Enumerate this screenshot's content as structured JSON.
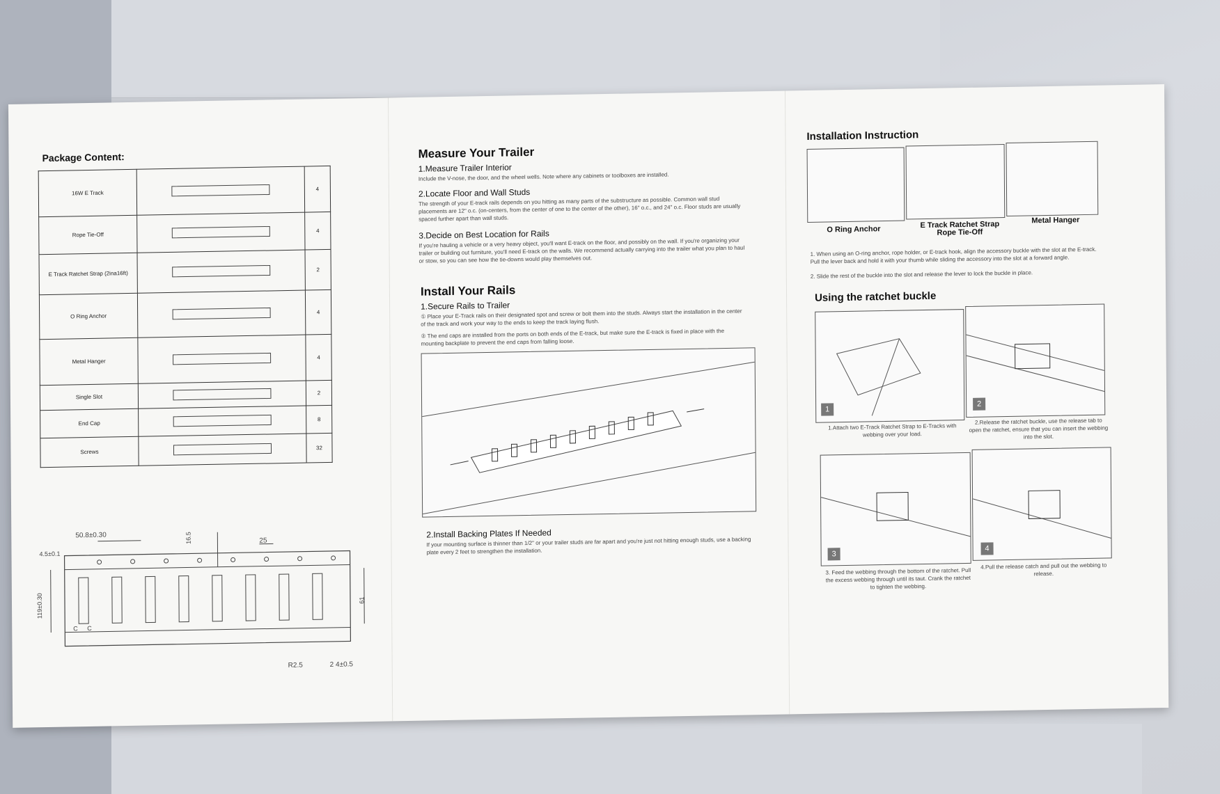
{
  "package_content": {
    "title": "Package Content:",
    "items": [
      {
        "name": "16W E Track",
        "qty": "4"
      },
      {
        "name": "Rope Tie-Off",
        "qty": "4"
      },
      {
        "name": "E Track Ratchet Strap (2ina16ft)",
        "qty": "2"
      },
      {
        "name": "O Ring Anchor",
        "qty": "4"
      },
      {
        "name": "Metal Hanger",
        "qty": "4"
      },
      {
        "name": "Single Slot",
        "qty": "2"
      },
      {
        "name": "End Cap",
        "qty": "8"
      },
      {
        "name": "Screws",
        "qty": "32"
      }
    ]
  },
  "dimensions": {
    "d1": "50.8±0.30",
    "d2": "4.5±0.1",
    "d3": "16.5",
    "d4": "25",
    "d5": "119±0.30",
    "d6": "R2.5",
    "d7": "2 4±0.5",
    "d8": "61",
    "c": "C"
  },
  "measure": {
    "title": "Measure Your Trailer",
    "s1_title": "1.Measure Trailer Interior",
    "s1_text": "Include the V-nose, the door, and the wheel wells. Note where any cabinets or toolboxes are installed.",
    "s2_title": "2.Locate Floor and Wall Studs",
    "s2_text": "The strength of your E-track rails depends on you hitting as many parts of the substructure as possible. Common wall stud placements are 12\" o.c. (on-centers, from the center of one to the center of the other), 16\" o.c., and 24\" o.c. Floor studs are usually spaced further apart than wall studs.",
    "s3_title": "3.Decide on Best Location for Rails",
    "s3_text": "If you're hauling a vehicle or a very heavy object, you'll want E-track on the floor, and possibly on the wall. If you're organizing your trailer or building out furniture, you'll need E-track on the walls. We recommend actually carrying into the trailer what you plan to haul or stow, so you can see how the tie-downs would play themselves out."
  },
  "install_rails": {
    "title": "Install Your Rails",
    "s1_title": "1.Secure Rails to Trailer",
    "s1_text_a": "① Place your E-Track rails on their designated spot and screw or bolt them into the studs. Always start the installation in the center of the track and work your way to the ends to keep the track laying flush.",
    "s1_text_b": "② The end caps are installed from the ports on both ends of the E-track, but make sure the E-track is fixed in place with the mounting backplate to prevent the end caps from falling loose.",
    "s2_title": "2.Install Backing Plates If Needed",
    "s2_text": "If your mounting surface is thinner than 1/2\" or your trailer studs are far apart and you're just not hitting enough studs, use a backing plate every 2 feet to strengthen the installation."
  },
  "installation": {
    "title": "Installation Instruction",
    "labels": [
      "O Ring Anchor",
      "E Track Ratchet Strap Rope Tie-Off",
      "Metal Hanger"
    ],
    "text1": "1. When using an O-ring anchor, rope holder, or E-track hook, align the accessory buckle with the slot at the E-track. Pull the lever back and hold it with your thumb while sliding the accessory into the slot at a forward angle.",
    "text2": "2. Slide the rest of the buckle into the slot and release the lever to lock the buckle in place."
  },
  "ratchet": {
    "title": "Using the ratchet buckle",
    "steps": [
      {
        "num": "1",
        "text": "1.Attach two E-Track Ratchet Strap to E-Tracks with webbing over your load."
      },
      {
        "num": "2",
        "text": "2.Release the ratchet buckle, use the release tab to open the ratchet, ensure that you can insert the webbing into the slot."
      },
      {
        "num": "3",
        "text": "3. Feed the webbing through the bottom of the ratchet. Pull the excess webbing through until its taut. Crank the ratchet to tighten the webbing."
      },
      {
        "num": "4",
        "text": "4.Pull the release catch and pull out the webbing to release."
      }
    ]
  }
}
